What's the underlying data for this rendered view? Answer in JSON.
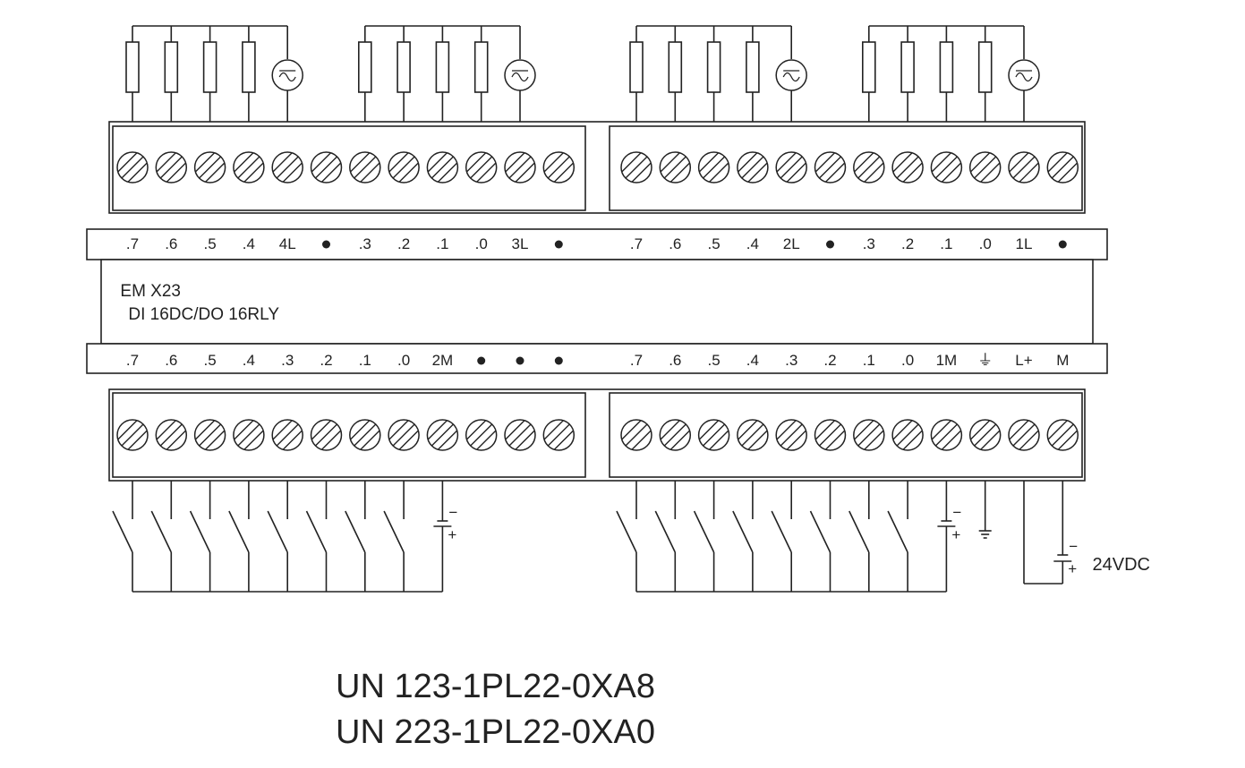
{
  "module": {
    "name": "EM X23",
    "description": "DI 16DC/DO 16RLY"
  },
  "top_terminal_labels": {
    "left": [
      ".7",
      ".6",
      ".5",
      ".4",
      "4L",
      "●",
      ".3",
      ".2",
      ".1",
      ".0",
      "3L",
      "●"
    ],
    "right": [
      ".7",
      ".6",
      ".5",
      ".4",
      "2L",
      "●",
      ".3",
      ".2",
      ".1",
      ".0",
      "1L",
      "●"
    ]
  },
  "bottom_terminal_labels": {
    "left": [
      ".7",
      ".6",
      ".5",
      ".4",
      ".3",
      ".2",
      ".1",
      ".0",
      "2M",
      "●",
      "●",
      "●"
    ],
    "right": [
      ".7",
      ".6",
      ".5",
      ".4",
      ".3",
      ".2",
      ".1",
      ".0",
      "1M",
      "⏚",
      "L+",
      "M"
    ]
  },
  "supply_label": "24VDC",
  "polarity": {
    "minus": "−",
    "plus": "+"
  },
  "part_numbers": [
    "UN 123-1PL22-0XA8",
    "UN 223-1PL22-0XA0"
  ],
  "colors": {
    "line": "#222222",
    "background": "#ffffff"
  },
  "icons": {
    "load": "resistor-load-icon",
    "ac_source": "ac-source-icon",
    "terminal": "screw-terminal-icon",
    "switch": "switch-icon",
    "battery": "battery-icon",
    "ground": "ground-icon"
  }
}
